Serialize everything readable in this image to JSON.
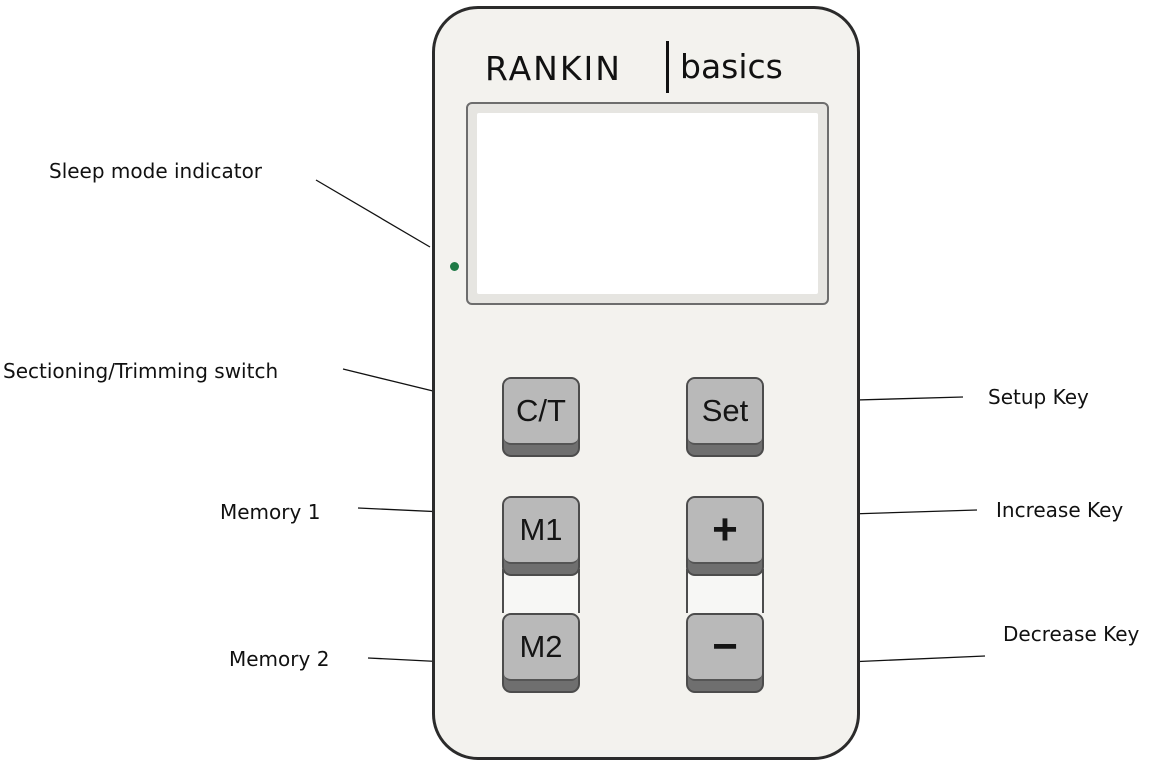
{
  "device": {
    "brand_name": "RANKIN",
    "brand_sub": "basics",
    "led_color": "#1f7a46",
    "keys": {
      "ct": "C/T",
      "set": "Set",
      "m1": "M1",
      "plus": "+",
      "m2": "M2",
      "minus": "−"
    }
  },
  "callouts": {
    "sleep_mode": "Sleep mode indicator",
    "sectioning": "Sectioning/Trimming switch",
    "setup": "Setup Key",
    "memory1": "Memory 1",
    "increase": "Increase Key",
    "memory2": "Memory 2",
    "decrease": "Decrease Key"
  }
}
